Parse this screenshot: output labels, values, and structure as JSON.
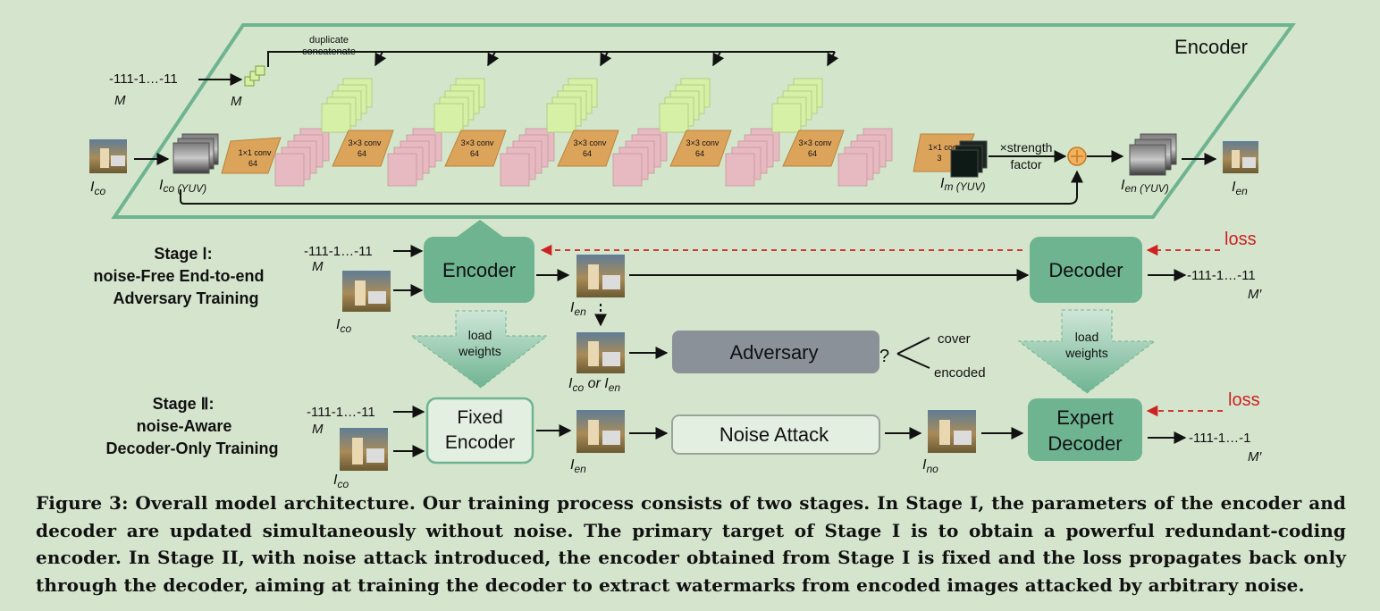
{
  "encoder_detail": {
    "title": "Encoder",
    "message_bits": "-111-1…-11",
    "message_symbol": "M",
    "message_cube_symbol": "M",
    "duplicate_label_line1": "duplicate",
    "duplicate_label_line2": "concatenate",
    "cover_label": "I",
    "cover_sub": "co",
    "cover_yuv_label": "I",
    "cover_yuv_sub": "co (YUV)",
    "conv_first": [
      "1×1 conv",
      "64"
    ],
    "conv_mid": [
      "3×3 conv",
      "64"
    ],
    "conv_last": [
      "1×1 conv",
      "3"
    ],
    "residual_label": "I",
    "residual_sub": "m (YUV)",
    "strength_line1": "×strength",
    "strength_line2": "factor",
    "encoded_yuv_label": "I",
    "encoded_yuv_sub": "en (YUV)",
    "encoded_label": "I",
    "encoded_sub": "en"
  },
  "stage1": {
    "title_line1": "Stage Ⅰ:",
    "title_line2": "noise-Free End-to-end",
    "title_line3": "Adversary Training",
    "message_bits": "-111-1…-11",
    "message_symbol": "M",
    "cover_label": "I",
    "cover_sub": "co",
    "encoder_label": "Encoder",
    "encoded_label": "I",
    "encoded_sub": "en",
    "decoder_label": "Decoder",
    "output_bits": "-111-1…-11",
    "output_symbol": "M′",
    "loss_label": "loss",
    "load_weights_left": [
      "load",
      "weights"
    ],
    "load_weights_right": [
      "load",
      "weights"
    ],
    "adversary_input_label": "I",
    "adversary_input_sub1": "co",
    "adversary_input_or": " or ",
    "adversary_input_sub2": "en",
    "adversary_label": "Adversary",
    "question": "?",
    "cover_choice": "cover",
    "encoded_choice": "encoded"
  },
  "stage2": {
    "title_line1": "Stage Ⅱ:",
    "title_line2": "noise-Aware",
    "title_line3": "Decoder-Only Training",
    "message_bits": "-111-1…-11",
    "message_symbol": "M",
    "cover_label": "I",
    "cover_sub": "co",
    "fixed_encoder_line1": "Fixed",
    "fixed_encoder_line2": "Encoder",
    "encoded_label": "I",
    "encoded_sub": "en",
    "noise_attack_label": "Noise Attack",
    "noised_label": "I",
    "noised_sub": "no",
    "expert_decoder_line1": "Expert",
    "expert_decoder_line2": "Decoder",
    "output_bits": "-111-1…-1",
    "output_symbol": "M′",
    "loss_label": "loss"
  },
  "colors": {
    "background": "#d5e5cd",
    "module_green": "#6eb491",
    "module_text": "#1a1a1a",
    "conv_orange": "#dca35b",
    "feature_pink": "#e6bac0",
    "feature_lime": "#d6f0a6",
    "adversary_gray": "#8a9199",
    "loss_red": "#cc2222",
    "plane_border": "#6eb491"
  },
  "caption": "Figure 3: Overall model architecture. Our training process consists of two stages. In Stage I, the parameters of the encoder and decoder are updated simultaneously without noise. The primary target of Stage I is to obtain a powerful redundant-coding encoder. In Stage II, with noise attack introduced, the encoder obtained from Stage I is fixed and the loss propagates back only through the decoder, aiming at training the decoder to extract watermarks from encoded images attacked by arbitrary noise."
}
